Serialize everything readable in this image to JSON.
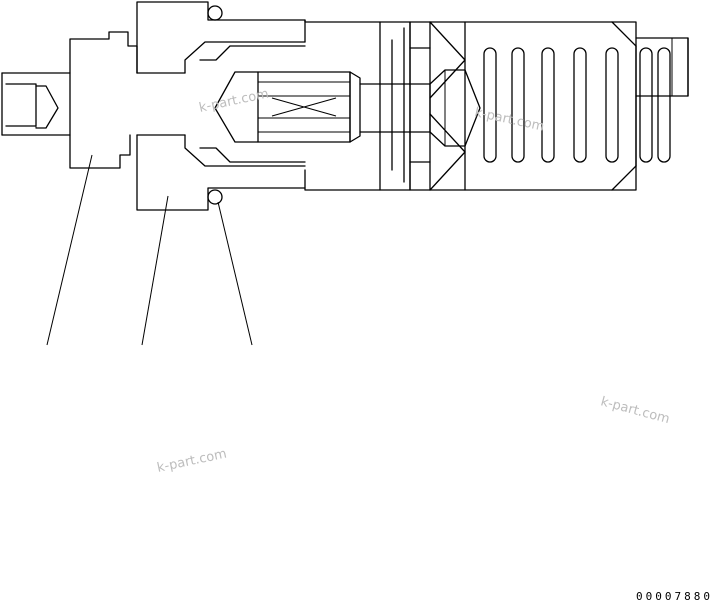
{
  "drawing": {
    "part_number": "00007880",
    "watermarks": [
      "k-part.com",
      "k-part.com",
      "k-part.com",
      "k-part.com"
    ]
  }
}
